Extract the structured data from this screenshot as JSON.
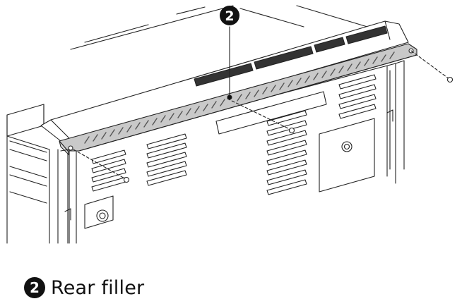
{
  "diagram": {
    "callout_number": "2",
    "callout_color": "#111111"
  },
  "caption": {
    "number": "2",
    "text": "Rear filler"
  }
}
